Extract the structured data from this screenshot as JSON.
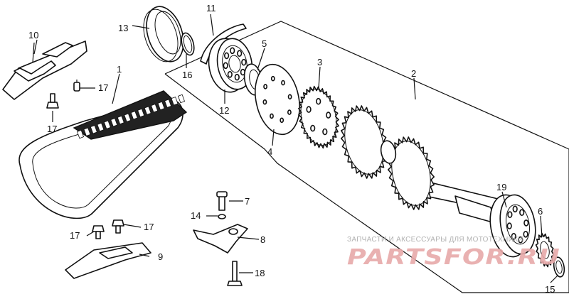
{
  "diagram": {
    "callouts": [
      "1",
      "2",
      "3",
      "4",
      "5",
      "6",
      "7",
      "8",
      "9",
      "10",
      "11",
      "12",
      "13",
      "14",
      "15",
      "16",
      "17",
      "17",
      "17",
      "17",
      "18",
      "19"
    ]
  },
  "watermark": {
    "tagline": "ЗАПЧАСТИ И АКСЕССУАРЫ ДЛЯ МОТОТЕХНИКИ",
    "brand": "PARTSFOR.RU"
  }
}
